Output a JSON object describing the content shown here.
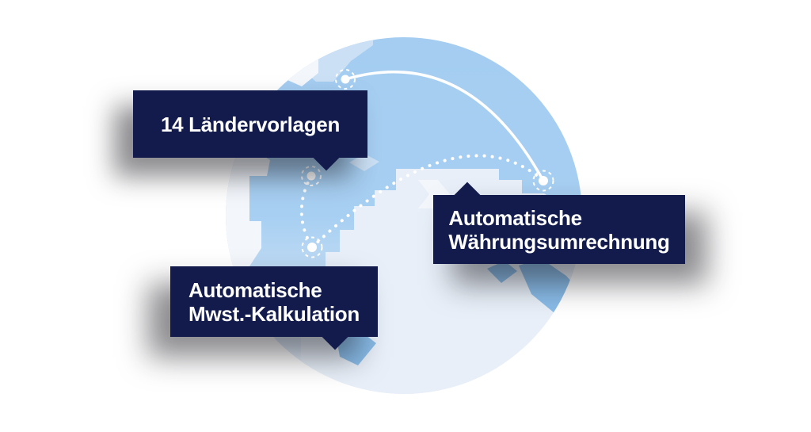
{
  "palette": {
    "navy": "#121B4C",
    "text_white": "#FFFFFF",
    "ocean_blue": "#A5CEF1",
    "globe_bottom": "#EFF4FB",
    "land_light": "#E8EFF8",
    "land_white": "#F3F7FC",
    "land_blue_top": "#CBE0F5",
    "land_blue_mid": "#89BCE8",
    "connector_white": "#FFFFFF"
  },
  "callouts": [
    {
      "label": "14 Ländervorlagen"
    },
    {
      "line1": "Automatische",
      "line2": "Währungsumrechnung"
    },
    {
      "line1": "Automatische",
      "line2": "Mwst.-Kalkulation"
    }
  ],
  "illustration": {
    "type": "globe",
    "connection_points": 4,
    "connectors": [
      "solid-arc",
      "dotted-arc",
      "dotted-arc"
    ]
  }
}
